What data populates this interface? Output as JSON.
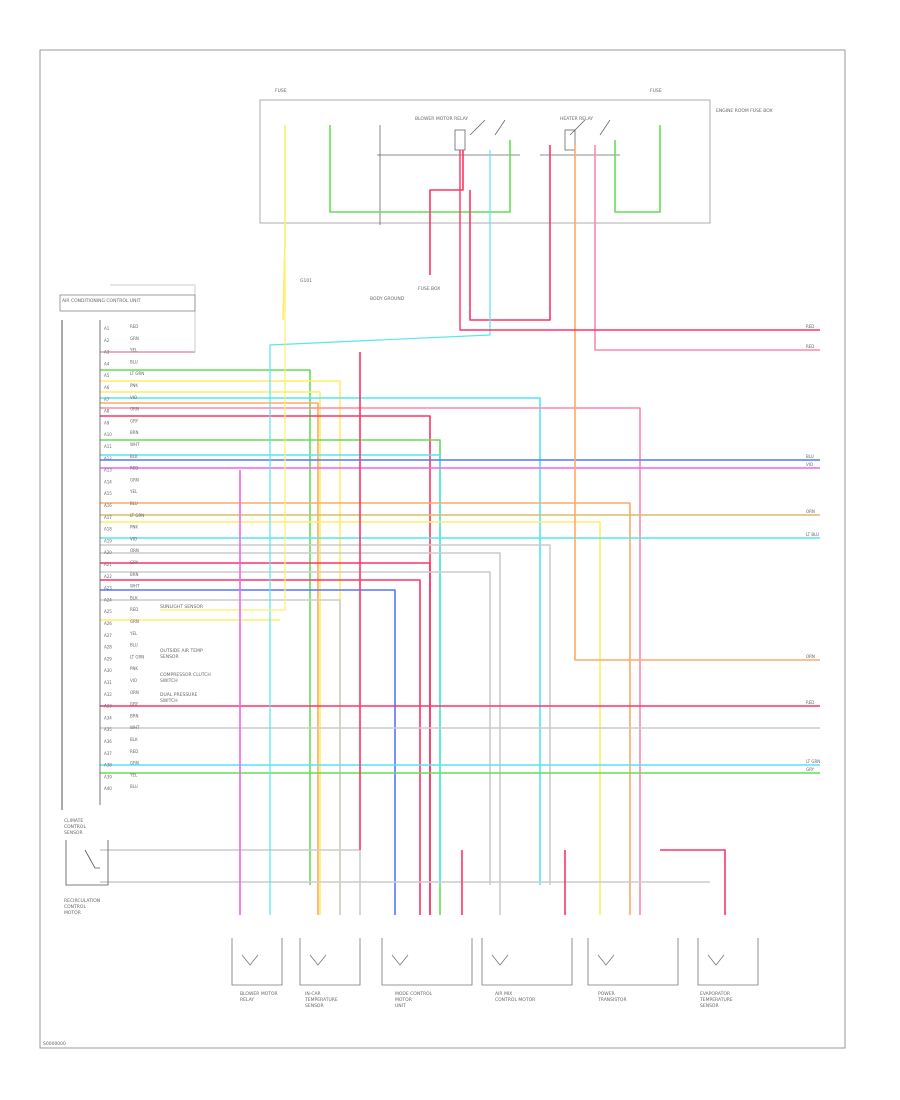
{
  "diagram": {
    "figure_code": "S0000000",
    "colors": {
      "frame": "#888888",
      "red": "#ff3366",
      "pink": "#ff88aa",
      "orange": "#ffaa66",
      "yellow": "#ffee66",
      "green": "#66dd55",
      "cyan": "#55e6f0",
      "blue": "#5577ff",
      "violet": "#ee66ee",
      "gray": "#cccccc",
      "tan": "#ddbb66"
    },
    "top_box": {
      "labels": [
        "FUSE",
        "FUSE",
        "BLOWER MOTOR RELAY",
        "HEATER RELAY",
        "ENGINE ROOM FUSE BOX"
      ]
    },
    "ground_labels": [
      "G101",
      "BODY GROUND",
      "FUSE BOX"
    ],
    "left_module": {
      "title": "AIR CONDITIONING CONTROL UNIT",
      "pin_labels": [
        "A1",
        "A2",
        "A3",
        "A4",
        "A5",
        "A6",
        "A7",
        "A8",
        "A9",
        "A10",
        "A11",
        "A12",
        "A13",
        "A14",
        "A15",
        "A16",
        "A17",
        "A18",
        "A19",
        "A20",
        "A21",
        "A22",
        "A23",
        "A24",
        "A25",
        "A26",
        "A27",
        "A28",
        "A29",
        "A30",
        "A31",
        "A32",
        "A33",
        "A34",
        "A35",
        "A36",
        "A37",
        "A38",
        "A39",
        "A40"
      ],
      "wire_labels": [
        "RED",
        "GRN",
        "YEL",
        "BLU",
        "LT GRN",
        "PNK",
        "VIO",
        "ORN",
        "GRY",
        "BRN",
        "WHT",
        "BLK"
      ]
    },
    "right_labels": [
      "RED",
      "RED",
      "BLU",
      "VIO",
      "ORN",
      "LT BLU",
      "ORN",
      "RED",
      "LT GRN",
      "GRY"
    ],
    "lower_left_box": [
      "CLIMATE",
      "CONTROL",
      "SENSOR"
    ],
    "lower_left_label": [
      "RECIRCULATION",
      "CONTROL",
      "MOTOR"
    ],
    "bottom_components": [
      [
        "BLOWER MOTOR",
        "RELAY"
      ],
      [
        "IN-CAR",
        "TEMPERATURE",
        "SENSOR"
      ],
      [
        "MODE CONTROL",
        "MOTOR",
        "UNIT"
      ],
      [
        "AIR MIX",
        "CONTROL MOTOR"
      ],
      [
        "POWER",
        "TRANSISTOR"
      ],
      [
        "EVAPORATOR",
        "TEMPERATURE",
        "SENSOR"
      ]
    ],
    "side_notes": [
      "SUNLIGHT SENSOR",
      "OUTSIDE AIR TEMP",
      "SENSOR",
      "COMPRESSOR CLUTCH",
      "SWITCH",
      "DUAL PRESSURE",
      "SWITCH"
    ]
  }
}
